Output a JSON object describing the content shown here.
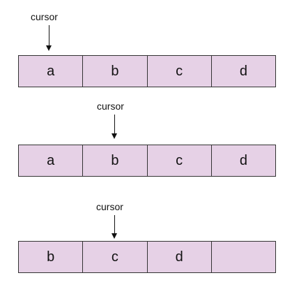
{
  "colors": {
    "cell_fill": "#e6d1e6",
    "cell_border": "#333333",
    "text": "#111111"
  },
  "rows": [
    {
      "cursor_label": "cursor",
      "cursor_index": 0,
      "cells": [
        "a",
        "b",
        "c",
        "d"
      ]
    },
    {
      "cursor_label": "cursor",
      "cursor_index": 1,
      "cells": [
        "a",
        "b",
        "c",
        "d"
      ]
    },
    {
      "cursor_label": "cursor",
      "cursor_index": 1,
      "cells": [
        "b",
        "c",
        "d",
        ""
      ]
    }
  ]
}
